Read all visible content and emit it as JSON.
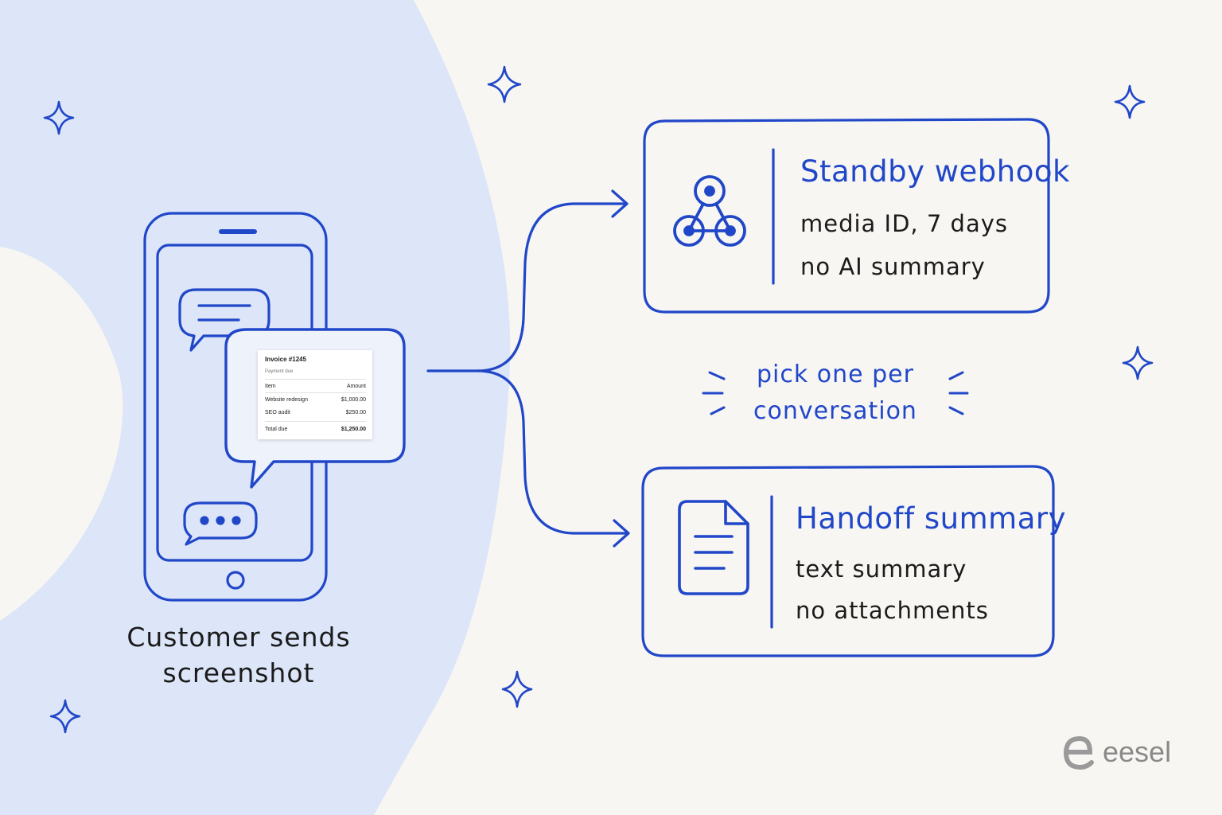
{
  "colors": {
    "accent": "#2147c9",
    "background": "#f7f6f2",
    "blob": "#dce6f8",
    "text": "#1b1b1b",
    "logo": "#8a8a8a"
  },
  "phone": {
    "caption_line1": "Customer sends",
    "caption_line2": "screenshot",
    "invoice": {
      "title": "Invoice #1245",
      "subtitle": "Payment due",
      "col_item": "Item",
      "col_amount": "Amount",
      "rows": [
        {
          "item": "Website redesign",
          "amount": "$1,000.00"
        },
        {
          "item": "SEO audit",
          "amount": "$250.00"
        }
      ],
      "total_label": "Total due",
      "total_amount": "$1,250.00"
    },
    "icons": [
      "chat-bubble-icon",
      "typing-bubble-icon"
    ]
  },
  "standby": {
    "title": "Standby webhook",
    "line1": "media ID, 7 days",
    "line2": "no AI summary",
    "icon": "webhook-icon"
  },
  "handoff": {
    "title": "Handoff summary",
    "line1": "text summary",
    "line2": "no attachments",
    "icon": "document-icon"
  },
  "choice": {
    "line1": "pick one per",
    "line2": "conversation"
  },
  "brand": {
    "name": "eesel"
  }
}
